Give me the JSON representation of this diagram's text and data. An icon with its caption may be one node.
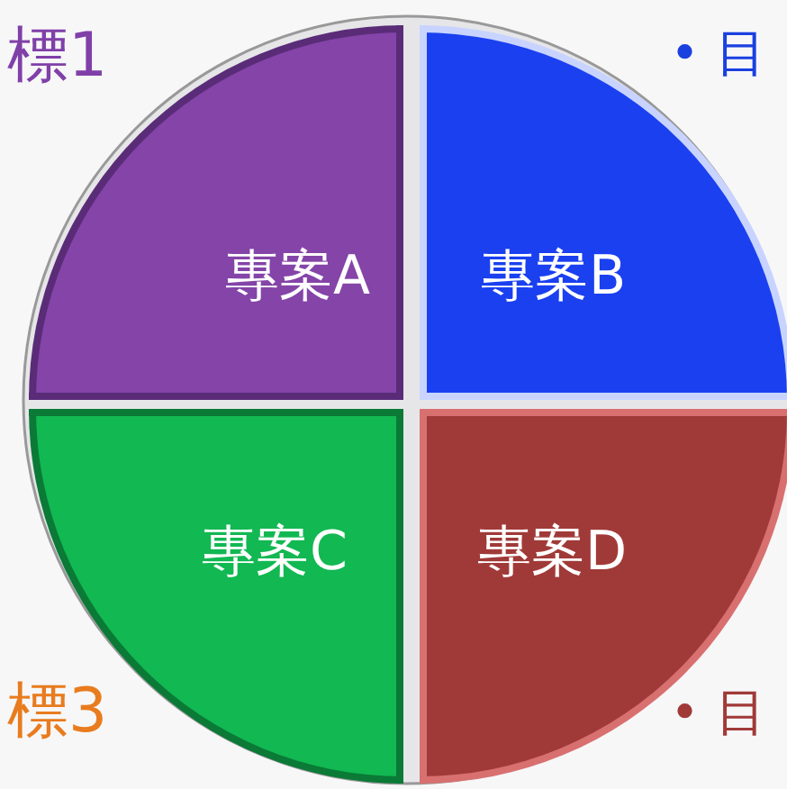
{
  "diagram": {
    "nodes": [
      {
        "text": [
          "專案A"
        ]
      },
      {
        "text": [
          "專案B"
        ]
      },
      {
        "text": [
          "專案C"
        ]
      },
      {
        "text": [
          "專案D"
        ]
      }
    ],
    "labels": [
      "標1",
      "• 目",
      "標3",
      "• 目"
    ]
  }
}
